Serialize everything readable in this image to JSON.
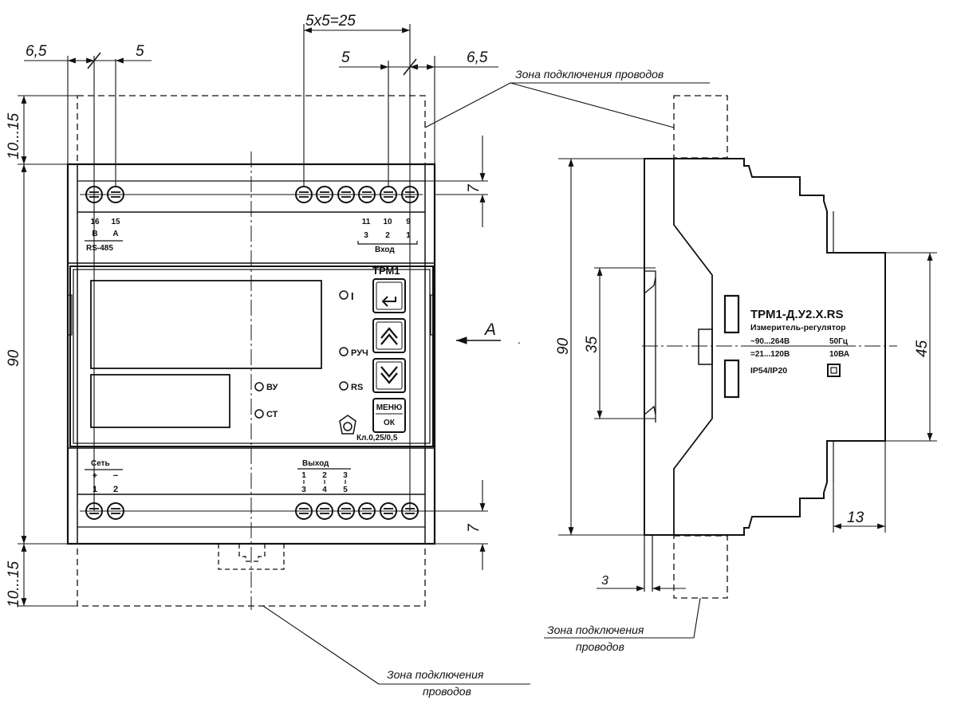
{
  "dims": {
    "top_pitch": "5x5=25",
    "top_left_offset": "6,5",
    "top_left_pitch": "5",
    "top_right_pitch": "5",
    "top_right_offset": "6,5",
    "left_zone_top": "10...15",
    "left_zone_bottom": "10...15",
    "left_height": "90",
    "right_terminal_top": "7",
    "right_terminal_bottom": "7",
    "side_height": "90",
    "side_rail": "35",
    "side_depth_right": "45",
    "side_step": "13",
    "side_rail_thickness": "3",
    "view_arrow": "A"
  },
  "zones": {
    "top": "Зона подключения проводов",
    "side_line1": "Зона подключения",
    "side_line2": "проводов",
    "bottom_line1": "Зона подключения",
    "bottom_line2": "проводов"
  },
  "front": {
    "term_top_left": [
      "16",
      "15"
    ],
    "term_top_left_sub": [
      "B",
      "A"
    ],
    "rs485": "RS-485",
    "term_top_right": [
      "11",
      "10",
      "9"
    ],
    "term_top_right_sub": [
      "3",
      "2",
      "1"
    ],
    "input_label": "Вход",
    "model": "ТРМ1",
    "led_i": "I",
    "led_ruch": "РУЧ",
    "led_rs": "RS",
    "led_vu": "ВУ",
    "led_st": "СТ",
    "menu_btn": "МЕНЮ",
    "ok_btn": "ОК",
    "class_label": "Кл.0,25/0,5",
    "net_label": "Сеть",
    "net_plus": "+",
    "net_minus": "−",
    "net_nums": [
      "1",
      "2"
    ],
    "out_label": "Выход",
    "out_top": [
      "1",
      "2",
      "3"
    ],
    "out_bottom": [
      "3",
      "4",
      "5"
    ]
  },
  "side": {
    "model": "ТРМ1-Д.У2.Х.RS",
    "subtitle": "Измеритель-регулятор",
    "power_ac": "~90...264В",
    "freq": "50Гц",
    "power_dc": "=21...120В",
    "power_va": "10ВА",
    "ip": "IP54/IP20"
  }
}
